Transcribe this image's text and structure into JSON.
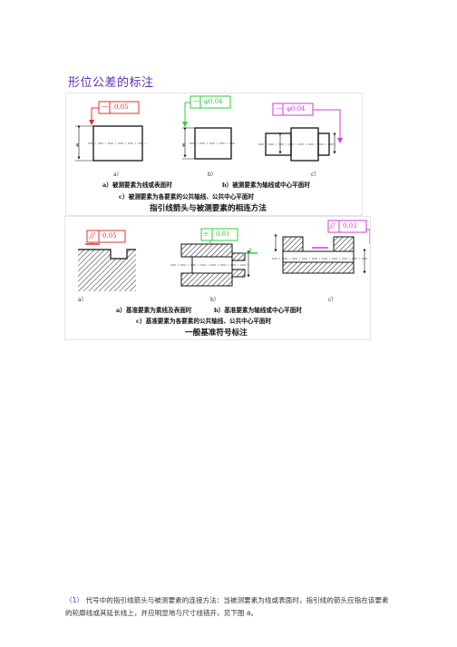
{
  "page": {
    "title": "形位公差的标注"
  },
  "figure1": {
    "frame1": {
      "symbol": "—",
      "value": "0.05",
      "color": "#e03030"
    },
    "frame2": {
      "symbol": "—",
      "value": "φ0.04",
      "color": "#2fcf3a"
    },
    "frame3": {
      "symbol": "—",
      "value": "φ0.04",
      "color": "#d23bd6"
    },
    "labels": [
      "a）",
      "b）",
      "c）"
    ],
    "captions": [
      "a）被测要素为线或表面时",
      "b）被测要素为轴线或中心平面时",
      "c）被测要素为各要素的公共轴线、公共中心平面时"
    ],
    "title": "指引线箭头与被测要素的相连方法"
  },
  "figure2": {
    "frame1": {
      "symbol": "//",
      "value": "0.05",
      "color": "#e03030"
    },
    "frame2": {
      "symbol": "⌯",
      "value": "0.01",
      "color": "#2fcf3a"
    },
    "frame3": {
      "symbol": "//",
      "value": "0.03",
      "color": "#d23bd6"
    },
    "labels": [
      "a）",
      "b）",
      "c）"
    ],
    "captions": [
      "a）基准要素为素线及表面时",
      "b）基准要素为轴线或中心平面时",
      "c）基准要素为各要素的公共轴线、公共中心平面时"
    ],
    "title": "一般基准符号标注"
  },
  "body": {
    "number": "（1）",
    "text": "代号中的指引线箭头与被测要素的连接方法：当被测要素为线或表面时，指引线的箭头应指在该要素的轮廓线或其延长线上，并应明显地与尺寸线错开，见下图 a。"
  }
}
